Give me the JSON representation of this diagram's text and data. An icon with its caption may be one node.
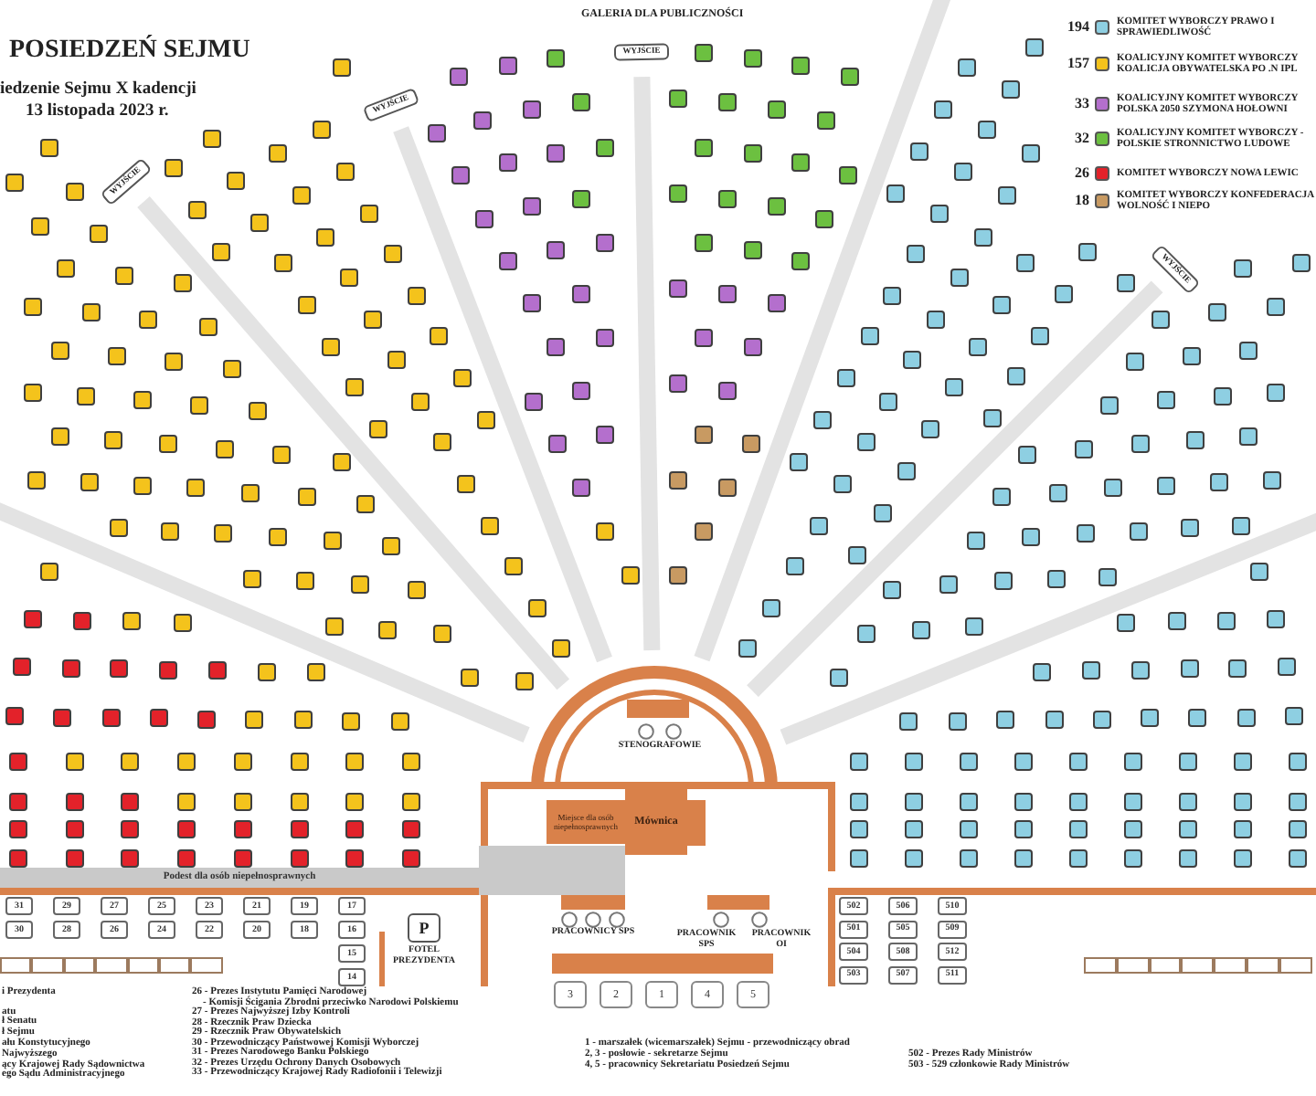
{
  "diagram": {
    "title": "POSIEDZEŃ SEJMU",
    "nodes": [
      {
        "text": [],
        "shape": "box",
        "beside": [
          "STENOGRAFOWIE"
        ]
      },
      {
        "text": [
          "Miejsce dla osób niepełnosprawnych"
        ]
      },
      {
        "text": [
          "Mównica"
        ]
      },
      {
        "text": [],
        "shape": "box"
      },
      {
        "text": [
          "Podest dla osób niepełnosprawnych"
        ]
      },
      {
        "text": [],
        "shape": "box",
        "beside": [
          "PRACOWNICY SPS"
        ]
      },
      {
        "text": [],
        "shape": "box"
      },
      {
        "text": [
          "31"
        ]
      },
      {
        "text": [
          "29"
        ]
      },
      {
        "text": [
          "27"
        ]
      },
      {
        "text": [
          "25"
        ]
      },
      {
        "text": [
          "23"
        ]
      },
      {
        "text": [
          "21"
        ]
      },
      {
        "text": [
          "19"
        ]
      },
      {
        "text": [
          "17"
        ]
      },
      {
        "text": [
          "30"
        ]
      },
      {
        "text": [
          "28"
        ]
      },
      {
        "text": [
          "26"
        ]
      },
      {
        "text": [
          "24"
        ]
      },
      {
        "text": [
          "22"
        ]
      },
      {
        "text": [
          "20"
        ]
      },
      {
        "text": [
          "18"
        ]
      },
      {
        "text": [
          "16"
        ]
      },
      {
        "text": [
          "15"
        ]
      },
      {
        "text": [
          "14"
        ]
      },
      {
        "text": [
          "P"
        ],
        "beside": [
          "FOTEL PREZYDENTA"
        ]
      },
      {
        "text": [
          "502"
        ]
      },
      {
        "text": [
          "506"
        ]
      },
      {
        "text": [
          "510"
        ]
      },
      {
        "text": [
          "501"
        ]
      },
      {
        "text": [
          "505"
        ]
      },
      {
        "text": [
          "509"
        ]
      },
      {
        "text": [
          "504"
        ]
      },
      {
        "text": [
          "508"
        ]
      },
      {
        "text": [
          "512"
        ]
      },
      {
        "text": [
          "503"
        ]
      },
      {
        "text": [
          "507"
        ]
      },
      {
        "text": [
          "511"
        ]
      },
      {
        "text": [],
        "shape": "box"
      },
      {
        "text": [
          "3"
        ]
      },
      {
        "text": [
          "2"
        ]
      },
      {
        "text": [
          "1"
        ]
      },
      {
        "text": [
          "4"
        ]
      },
      {
        "text": [
          "5"
        ]
      },
      {
        "text": [],
        "shape": "box"
      },
      {
        "text": [],
        "shape": "box"
      },
      {
        "text": [],
        "shape": "box"
      },
      {
        "text": [],
        "shape": "box"
      },
      {
        "text": [],
        "shape": "box"
      },
      {
        "text": [],
        "shape": "box"
      },
      {
        "text": [],
        "shape": "box"
      },
      {
        "text": [],
        "shape": "box"
      },
      {
        "text": [],
        "shape": "box"
      },
      {
        "text": [],
        "shape": "box"
      },
      {
        "text": [],
        "shape": "box"
      },
      {
        "text": [],
        "shape": "box"
      },
      {
        "text": [],
        "shape": "box"
      },
      {
        "text": [],
        "shape": "box"
      },
      {
        "text": [],
        "shape": "band"
      }
    ],
    "labels": [
      "iedzenie Sejmu X kadencji",
      "13 listopada 2023 r.",
      "GALERIA DLA PUBLICZNOŚCI",
      "194",
      "157",
      "33",
      "32",
      "26",
      "18",
      "WYJŚCIE",
      "WYJŚCIE",
      "WYJŚCIE",
      "WYJŚCIE",
      "i Prezydenta",
      "atu",
      "ł Senatu",
      "ł Sejmu",
      "ału Konstytucyjnego",
      "Najwyższego",
      "ący Krajowej Rady Sądownictwa",
      "ego Sądu Administracyjnego",
      "26 - Prezes Instytutu Pamięci Narodowej",
      "- Komisji Ścigania Zbrodni przeciwko Narodowi Polskiemu",
      "27 - Prezes Najwyższej Izby Kontroli",
      "28 - Rzecznik Praw Dziecka",
      "29 - Rzecznik Praw Obywatelskich",
      "30 - Przewodniczący Państwowej Komisji Wyborczej",
      "31 - Prezes Narodowego Banku Polskiego",
      "32 - Prezes Urzędu Ochrony Danych Osobowych",
      "33 - Przewodniczący Krajowej Rady Radiofonii i Telewizji",
      "1 - marszałek (wicemarszałek) Sejmu - przewodniczący obrad",
      "2, 3 - posłowie - sekretarze Sejmu",
      "4, 5 - pracownicy Sekretariatu Posiedzeń Sejmu",
      "502 - Prezes Rady Ministrów",
      "503 - 529 członkowie Rady Ministrów",
      "PRACOWNIK SPS",
      "PRACOWNIK OI"
    ],
    "legend": [
      {
        "text": "KOMITET WYBORCZY PRAWO I SPRAWIEDLIWOŚĆ",
        "color": "#8ecfe2"
      },
      {
        "text": "KOALICYJNY KOMITET WYBORCZY KOALICJA OBYWATELSKA PO .N IPL",
        "color": "#f4c31c"
      },
      {
        "text": "KOALICYJNY KOMITET WYBORCZY POLSKA 2050 SZYMONA HOŁOWNI",
        "color": "#b46fcd"
      },
      {
        "text": "KOALICYJNY KOMITET WYBORCZY - POLSKIE STRONNICTWO LUDOWE",
        "color": "#6cc040"
      },
      {
        "text": "KOMITET WYBORCZY NOWA LEWIC",
        "color": "#e3222a"
      },
      {
        "text": "KOMITET WYBORCZY KONFEDERACJA WOLNOŚĆ I NIEPO",
        "color": "#c89a62"
      }
    ]
  }
}
